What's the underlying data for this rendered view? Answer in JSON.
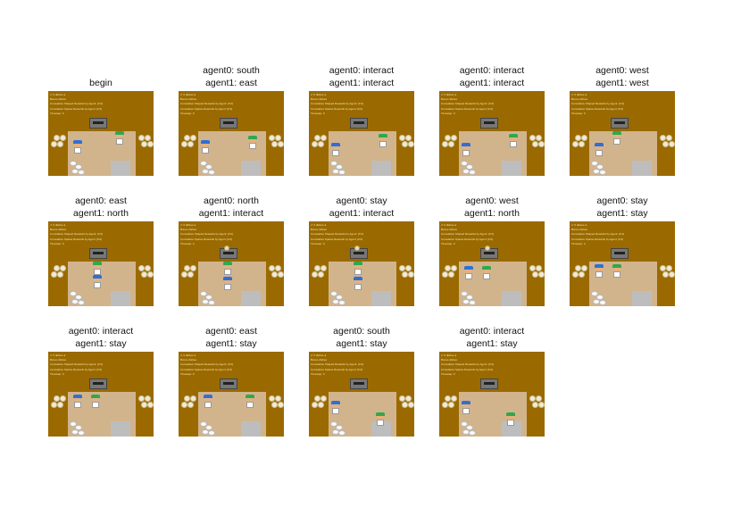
{
  "hud_lines": [
    "✔ 0 dishes  ●",
    "Bonus dishes",
    "Cumulative Shaped Rewards by Agent: [0 0]",
    "Cumulative Sparse Rewards by Agent: [0 0]",
    "Timestep: 0"
  ],
  "colors": {
    "floor": "#9a6a00",
    "counter": "#d2b48c",
    "serving": "#bdbdbd",
    "agent0_hat": "#2f6fd6",
    "agent1_hat": "#2fa84f"
  },
  "frames": [
    {
      "line1": "begin",
      "line2": ""
    },
    {
      "line1": "agent0: south",
      "line2": "agent1: east"
    },
    {
      "line1": "agent0: interact",
      "line2": "agent1: interact"
    },
    {
      "line1": "agent0: interact",
      "line2": "agent1: interact"
    },
    {
      "line1": "agent0: west",
      "line2": "agent1: west"
    },
    {
      "line1": "agent0: east",
      "line2": "agent1: north"
    },
    {
      "line1": "agent0: north",
      "line2": "agent1: interact"
    },
    {
      "line1": "agent0: stay",
      "line2": "agent1: interact"
    },
    {
      "line1": "agent0: west",
      "line2": "agent1: north"
    },
    {
      "line1": "agent0: stay",
      "line2": "agent1: stay"
    },
    {
      "line1": "agent0: interact",
      "line2": "agent1: stay"
    },
    {
      "line1": "agent0: east",
      "line2": "agent1: stay"
    },
    {
      "line1": "agent0: south",
      "line2": "agent1: stay"
    },
    {
      "line1": "agent0: interact",
      "line2": "agent1: stay"
    }
  ]
}
